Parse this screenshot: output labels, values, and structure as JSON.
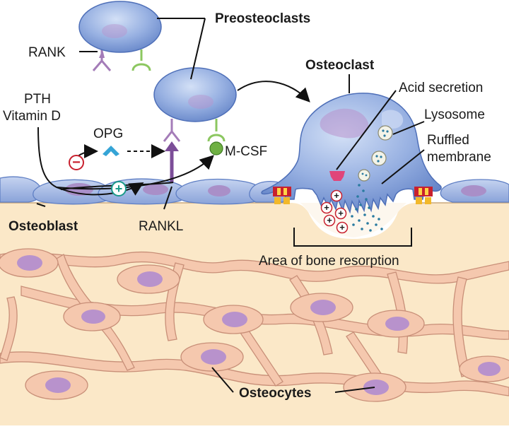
{
  "labels": {
    "preosteoclasts": "Preosteoclasts",
    "rank": "RANK",
    "pth": "PTH",
    "vitamin_d": "Vitamin D",
    "opg": "OPG",
    "m_csf": "M-CSF",
    "osteoclast": "Osteoclast",
    "acid_secretion": "Acid secretion",
    "lysosome": "Lysosome",
    "ruffled": "Ruffled",
    "membrane": "membrane",
    "osteoblast": "Osteoblast",
    "rankl": "RANKL",
    "area_resorption": "Area of bone resorption",
    "osteocytes": "Osteocytes"
  },
  "symbols": {
    "inhibit": "−",
    "stimulate": "+",
    "proton": "+"
  },
  "colors": {
    "cell_blue": "#8fa8dc",
    "cell_blue_dark": "#5f7fc4",
    "nucleus": "#b892cc",
    "bone": "#fbe8c8",
    "osteocyte": "#f5c8ae",
    "receptor_purple": "#a47cb8",
    "receptor_green": "#8cc760",
    "opg_cyan": "#35a4d6",
    "inhibit_red": "#c8202e",
    "stimulate_teal": "#1a9a8a",
    "acid_pink": "#e0457a"
  }
}
